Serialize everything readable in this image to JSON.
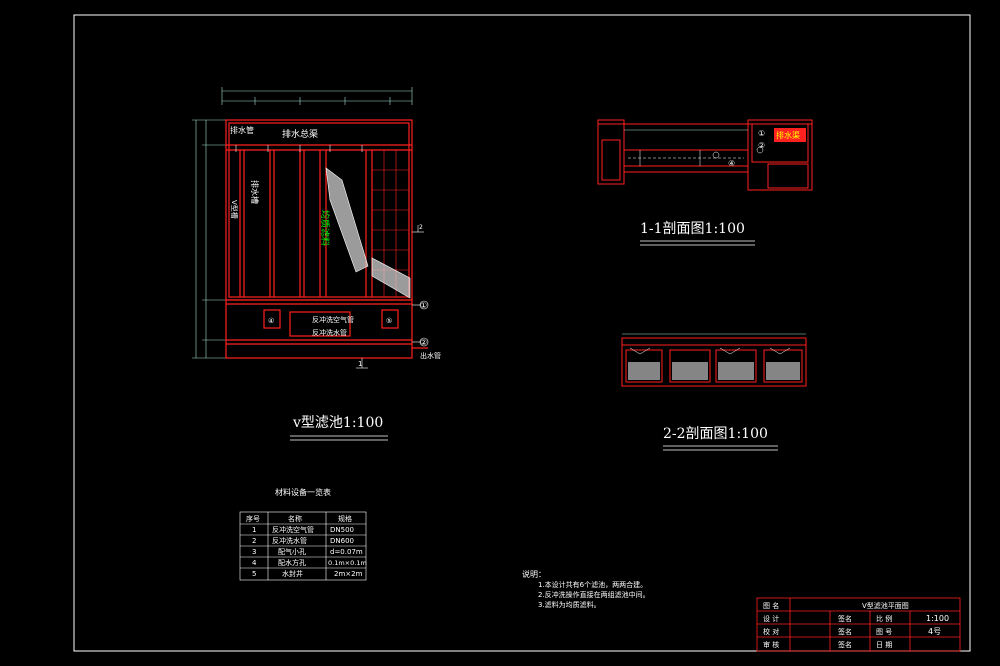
{
  "colors": {
    "background": "#000000",
    "frame": "#ffffff",
    "wall_red": "#ff2020",
    "text_white": "#ffffff",
    "text_yellow": "#ffff00",
    "text_green": "#00ff00",
    "dim_cyan": "#9fe0d0"
  },
  "plan": {
    "title": "v型滤池1:100",
    "labels": {
      "drain_pipe": "排水管",
      "collect_channel": "排水总渠",
      "drain_trough": "排水槽",
      "v_trough": "V型槽",
      "filter_media_label": "均质滤料",
      "air_pipe": "反冲洗空气管",
      "water_pipe": "反冲洗水管",
      "outlet_pipe": "出水管",
      "marker_1": "1",
      "marker_2": "2",
      "circle_1": "①",
      "circle_2": "②",
      "circle_4": "④",
      "circle_5": "⑤"
    }
  },
  "section1": {
    "title": "1-1剖面图1:100",
    "labels": {
      "channel": "排水渠",
      "c1": "①",
      "c2": "②",
      "c4": "④"
    }
  },
  "section2": {
    "title": "2-2剖面图1:100"
  },
  "materials_table": {
    "title": "材料设备一览表",
    "headers": [
      "序号",
      "名称",
      "规格"
    ],
    "rows": [
      [
        "1",
        "反冲洗空气管",
        "DN500"
      ],
      [
        "2",
        "反冲洗水管",
        "DN600"
      ],
      [
        "3",
        "配气小孔",
        "d=0.07m"
      ],
      [
        "4",
        "配水方孔",
        "0.1m×0.1m"
      ],
      [
        "5",
        "水封井",
        "2m×2m"
      ]
    ]
  },
  "notes": {
    "heading": "说明：",
    "items": [
      "1.本设计共有6个滤池，两两合建。",
      "2.反冲洗操作直接在两组滤池中间。",
      "3.滤料为均质滤料。"
    ]
  },
  "title_block": {
    "drawing_title": "V型滤池平面图",
    "scale": "1:100",
    "sheet_no": "4号",
    "left_rows": [
      "图 名",
      "设 计",
      "校 对",
      "审 核"
    ],
    "mid_rows": [
      "",
      "签名",
      "签名",
      "签名"
    ],
    "right_rows": [
      "比 例",
      "图 号",
      "日 期"
    ]
  }
}
